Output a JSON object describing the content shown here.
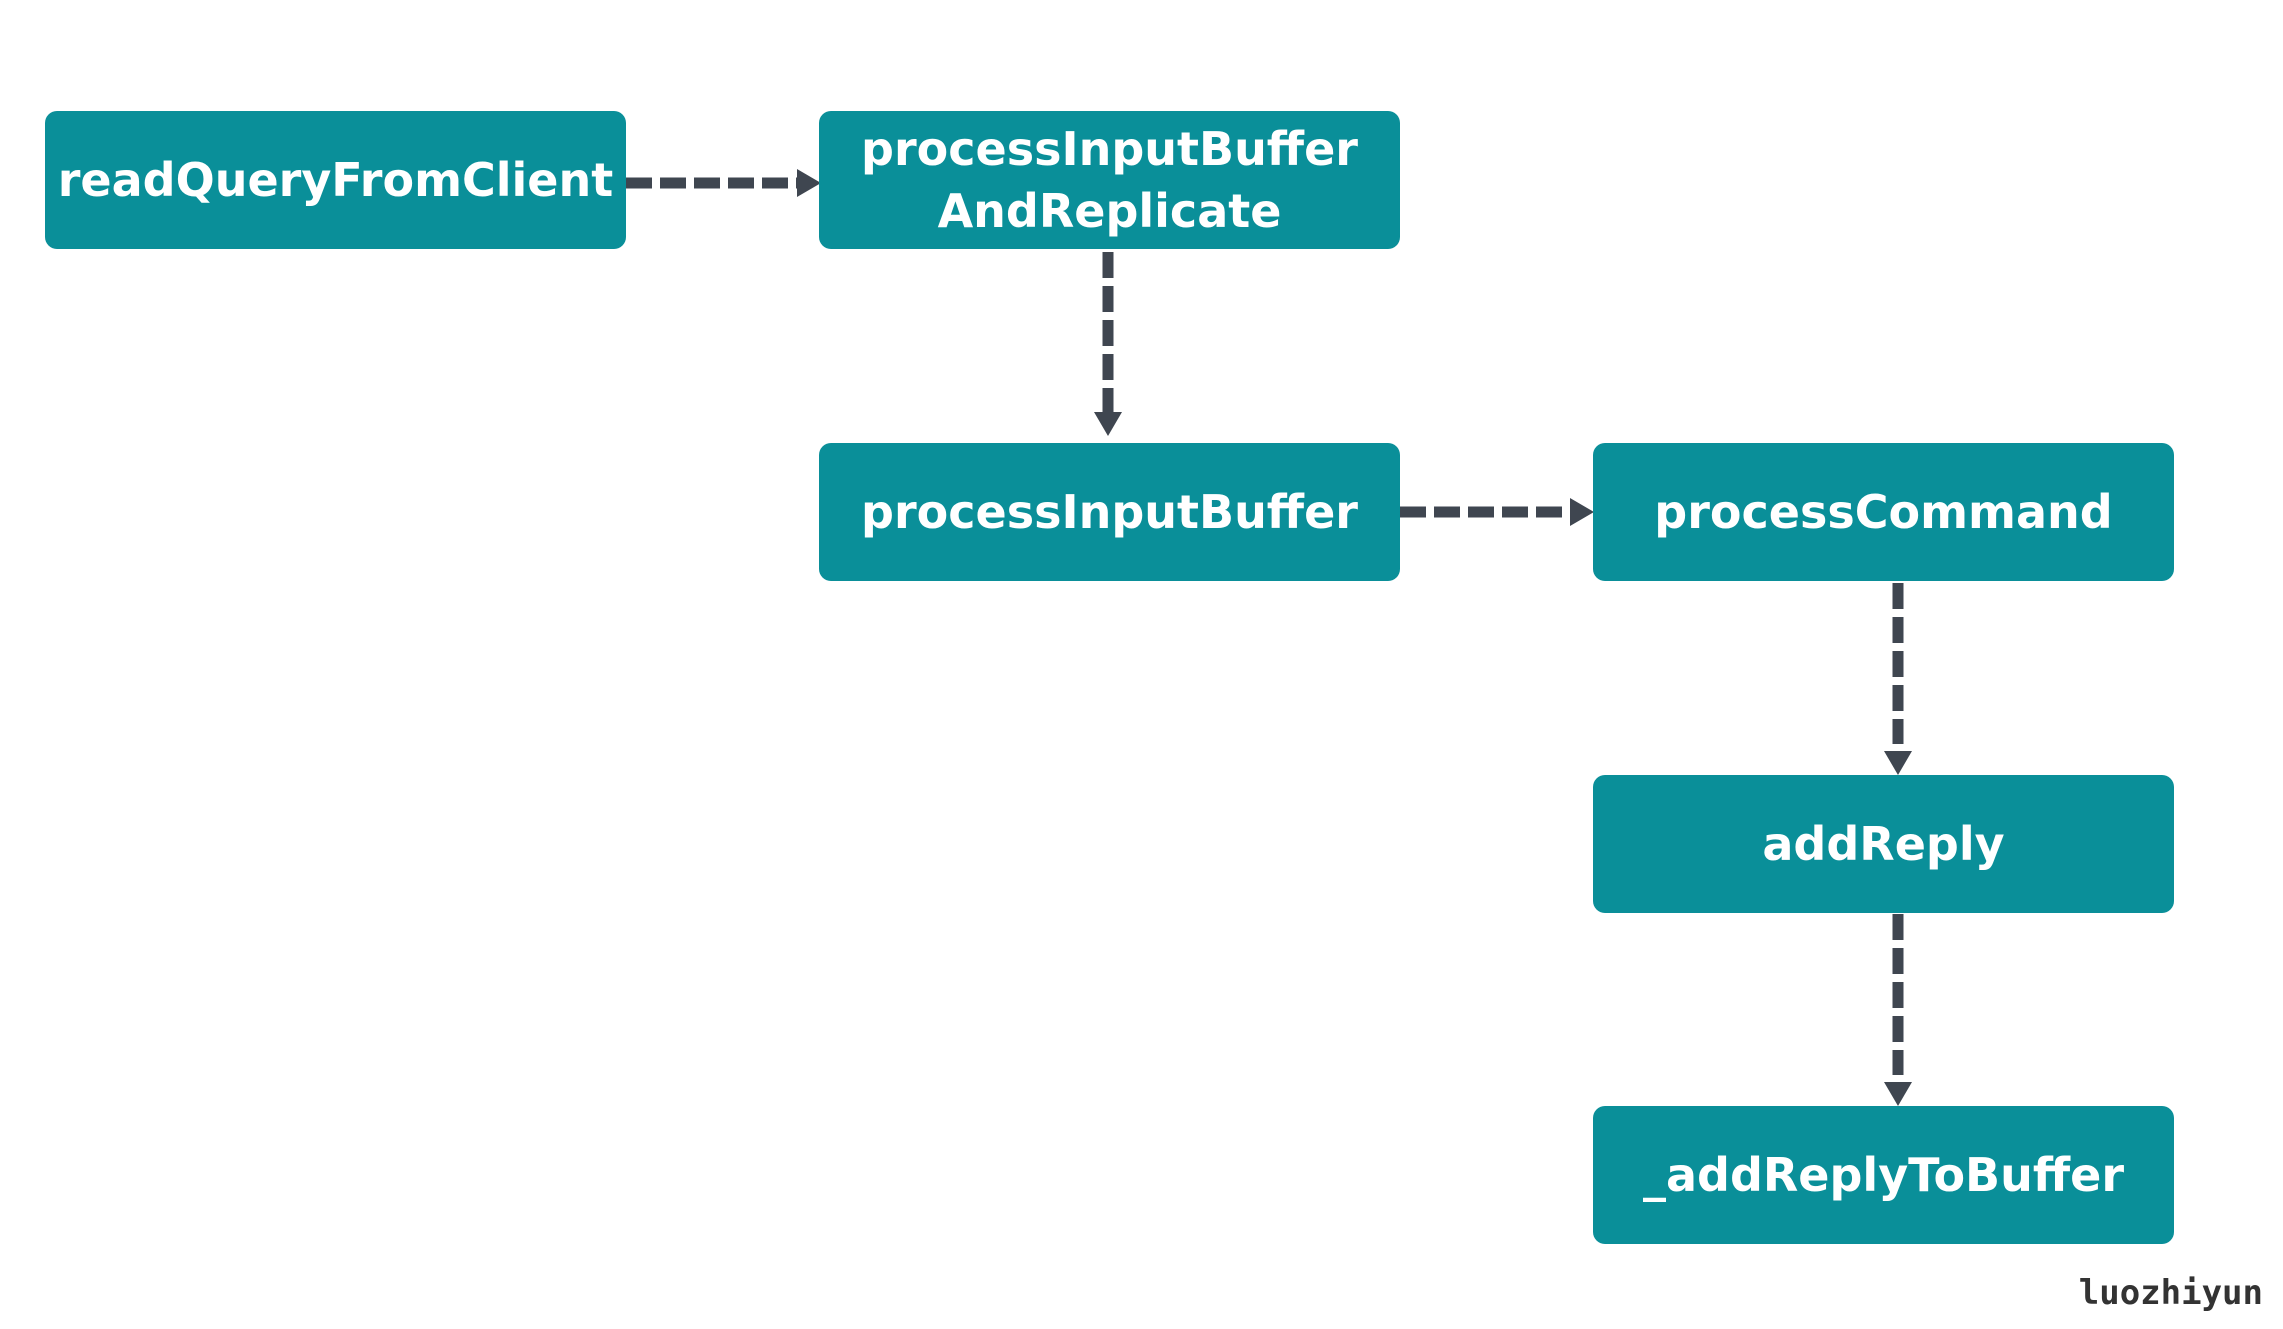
{
  "nodes": {
    "read_query": {
      "label": "readQueryFromClient"
    },
    "process_input_replicate": {
      "line1": "processInputBuffer",
      "line2": "AndReplicate"
    },
    "process_input": {
      "label": "processInputBuffer"
    },
    "process_command": {
      "label": "processCommand"
    },
    "add_reply": {
      "label": "addReply"
    },
    "add_reply_to_buffer": {
      "label": "_addReplyToBuffer"
    }
  },
  "colors": {
    "node_fill": "#0a8f99",
    "node_text": "#ffffff",
    "edge": "#3f4650"
  },
  "edges": [
    {
      "from": "readQueryFromClient",
      "to": "processInputBufferAndReplicate",
      "style": "dashed"
    },
    {
      "from": "processInputBufferAndReplicate",
      "to": "processInputBuffer",
      "style": "dashed"
    },
    {
      "from": "processInputBuffer",
      "to": "processCommand",
      "style": "dashed"
    },
    {
      "from": "processCommand",
      "to": "addReply",
      "style": "dashed"
    },
    {
      "from": "addReply",
      "to": "_addReplyToBuffer",
      "style": "dashed"
    }
  ],
  "watermark": "luozhiyun"
}
